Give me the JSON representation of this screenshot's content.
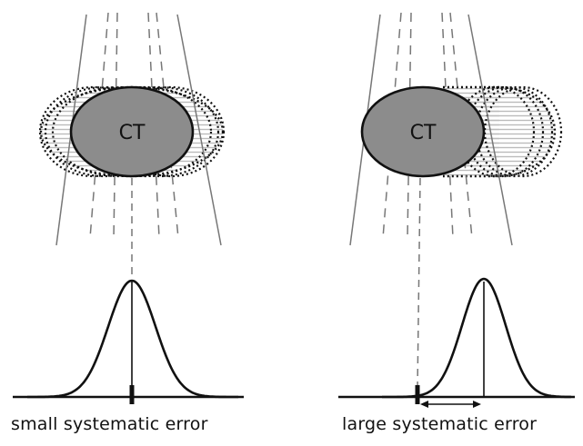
{
  "panels": [
    {
      "id": "left",
      "oval_label": "CT",
      "caption": "small systematic error"
    },
    {
      "id": "right",
      "oval_label": "CT",
      "caption": "large systematic error"
    }
  ],
  "colors": {
    "oval_fill": "#8c8c8c",
    "ink": "#111111",
    "beam_line": "#777777",
    "hatch": "#bbbbbb"
  }
}
